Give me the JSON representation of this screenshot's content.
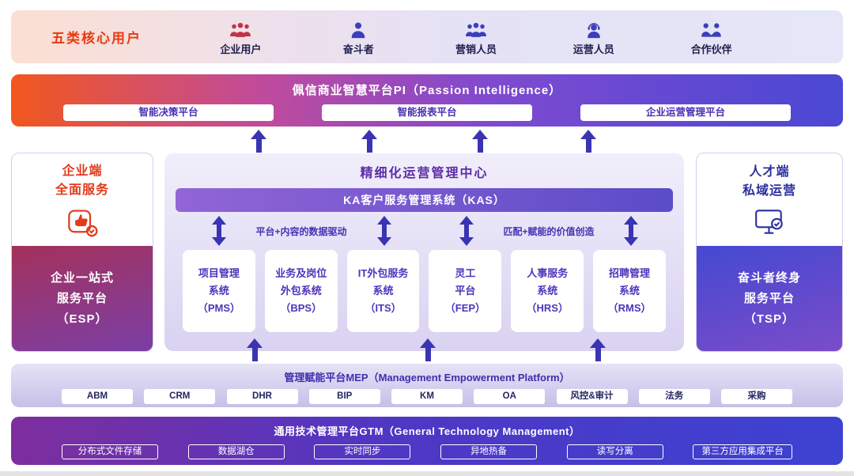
{
  "users_band": {
    "title": "五类核心用户",
    "users": [
      {
        "label": "企业用户",
        "icon": "people-group-icon"
      },
      {
        "label": "奋斗者",
        "icon": "person-icon"
      },
      {
        "label": "营销人员",
        "icon": "people-group-icon"
      },
      {
        "label": "运营人员",
        "icon": "headset-person-icon"
      },
      {
        "label": "合作伙伴",
        "icon": "partners-handshake-icon"
      }
    ]
  },
  "pi_band": {
    "title": "佩信商业智慧平台PI（Passion Intelligence）",
    "platforms": [
      {
        "label": "智能决策平台"
      },
      {
        "label": "智能报表平台"
      },
      {
        "label": "企业运营管理平台"
      }
    ]
  },
  "left_panel": {
    "service_title": "企业端\n全面服务",
    "icon": "thumbs-up-icon",
    "platform_title": "企业一站式\n服务平台\n（ESP）"
  },
  "right_panel": {
    "service_title": "人才端\n私域运营",
    "icon": "monitor-check-icon",
    "platform_title": "奋斗者终身\n服务平台\n（TSP）"
  },
  "center_panel": {
    "title": "精细化运营管理中心",
    "kas_title": "KA客户服务管理系统（KAS）",
    "caption_left": "平台+内容的数据驱动",
    "caption_right": "匹配+赋能的价值创造",
    "systems": [
      {
        "label": "项目管理\n系统\n（PMS）"
      },
      {
        "label": "业务及岗位\n外包系统\n（BPS）"
      },
      {
        "label": "IT外包服务\n系统\n（ITS）"
      },
      {
        "label": "灵工\n平台\n（FEP）"
      },
      {
        "label": "人事服务\n系统\n（HRS）"
      },
      {
        "label": "招聘管理\n系统\n（RMS）"
      }
    ]
  },
  "mep_band": {
    "title": "管理赋能平台MEP（Management Empowerment Platform）",
    "modules": [
      {
        "label": "ABM"
      },
      {
        "label": "CRM"
      },
      {
        "label": "DHR"
      },
      {
        "label": "BIP"
      },
      {
        "label": "KM"
      },
      {
        "label": "OA"
      },
      {
        "label": "风控&审计"
      },
      {
        "label": "法务"
      },
      {
        "label": "采购"
      }
    ]
  },
  "gtm_band": {
    "title": "通用技术管理平台GTM（General Technology Management）",
    "modules": [
      {
        "label": "分布式文件存储"
      },
      {
        "label": "数据湖仓"
      },
      {
        "label": "实时同步"
      },
      {
        "label": "异地热备"
      },
      {
        "label": "读写分离"
      },
      {
        "label": "第三方应用集成平台"
      }
    ]
  },
  "colors": {
    "accent_red": "#e63a12",
    "arrow": "#3a34b2",
    "purple_text": "#4f33bc",
    "pi_gradient_left": "#f2571d",
    "pi_gradient_right": "#4a48d4"
  }
}
